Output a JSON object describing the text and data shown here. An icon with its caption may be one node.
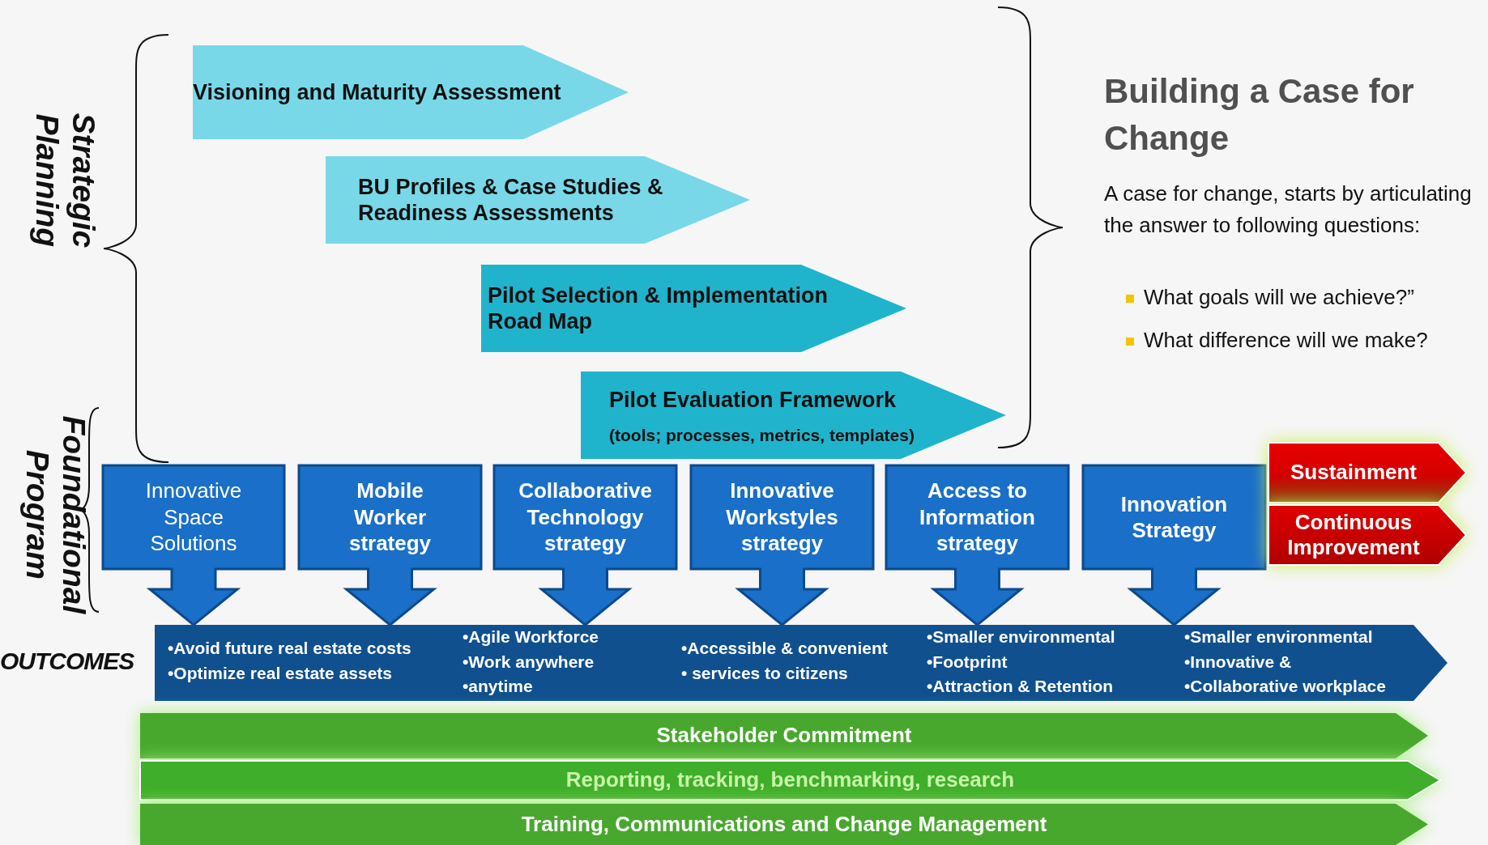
{
  "diagram": {
    "title": "Building a Case for Change",
    "nodes": [
      {
        "text": [
          "Visioning and Maturity Assessment"
        ]
      },
      {
        "text": [
          "BU Profiles & Case Studies & Readiness Assessments"
        ]
      },
      {
        "text": [
          "Pilot Selection & Implementation Road Map"
        ]
      },
      {
        "text": [
          "Pilot Evaluation Framework",
          "(tools; processes, metrics, templates)"
        ]
      },
      {
        "text": [
          "Innovative Space Solutions"
        ]
      },
      {
        "text": [
          "Mobile Worker strategy"
        ]
      },
      {
        "text": [
          "Collaborative Technology strategy"
        ]
      },
      {
        "text": [
          "Innovative Workstyles strategy"
        ]
      },
      {
        "text": [
          "Access to Information strategy"
        ]
      },
      {
        "text": [
          "Innovation Strategy"
        ]
      },
      {
        "text": [
          "Sustainment"
        ]
      },
      {
        "text": [
          "Continuous Improvement"
        ]
      },
      {
        "text": [
          "•Avoid future real estate costs",
          "•Optimize real estate assets",
          "•Agile Workforce",
          "•Work anywhere",
          "•anytime",
          "•Accessible & convenient",
          "• services to citizens",
          "•Smaller environmental",
          "•Footprint",
          "•Attraction & Retention",
          "•Smaller environmental",
          "•Innovative &",
          "•Collaborative workplace"
        ]
      },
      {
        "text": [
          "Stakeholder Commitment"
        ]
      },
      {
        "text": [
          "Reporting, tracking, benchmarking, research"
        ]
      },
      {
        "text": [
          "Training, Communications and Change Management"
        ]
      }
    ],
    "edges": [],
    "labels": [
      "Strategic Planning",
      "Foundational Program",
      "A case for change, starts by articulating the answer to following questions:",
      "What goals will we achieve?”",
      "What difference will we make?",
      "OUTCOMES"
    ]
  }
}
